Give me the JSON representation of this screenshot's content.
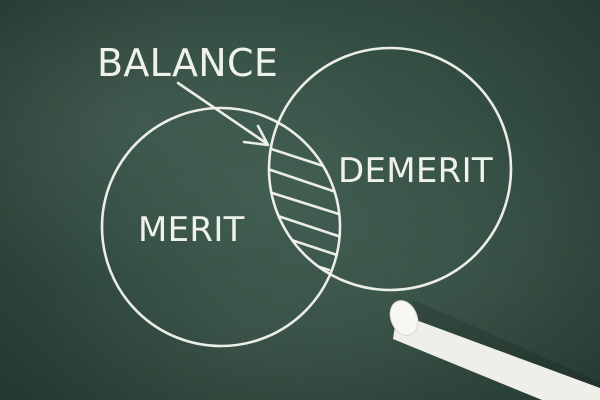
{
  "labels": {
    "balance": "BALANCE",
    "merit": "MERIT",
    "demerit": "DEMERIT"
  },
  "colors": {
    "board": "#344e43",
    "chalk": "#f4f6f1"
  }
}
